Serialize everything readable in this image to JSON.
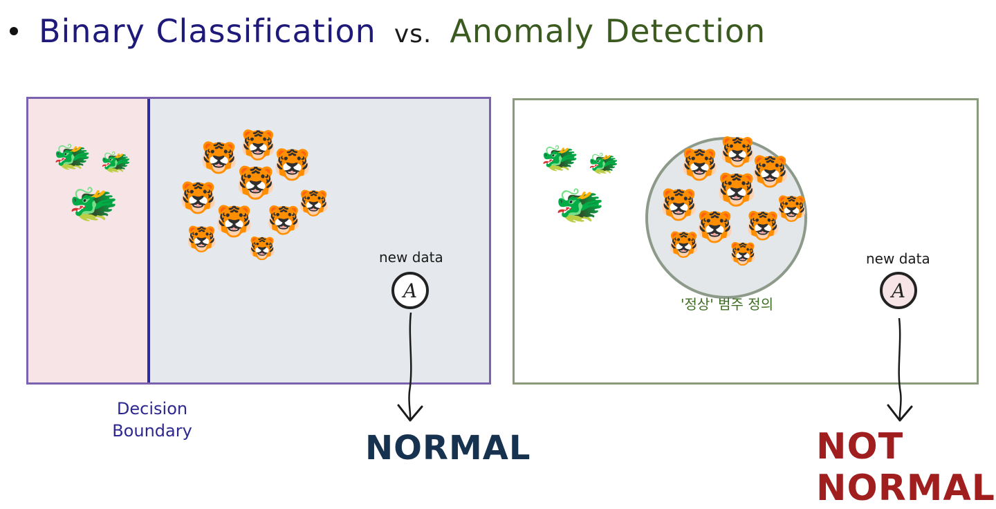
{
  "header": {
    "title_binary": "Binary Classification",
    "title_vs": "vs.",
    "title_anomaly": "Anomaly Detection"
  },
  "icons": {
    "dragon": "🐲",
    "tiger": "🐯"
  },
  "left_panel": {
    "new_data_label": "new data",
    "node_label": "A",
    "decision_label_line1": "Decision",
    "decision_label_line2": "Boundary",
    "result_label": "NORMAL"
  },
  "right_panel": {
    "new_data_label": "new data",
    "node_label": "A",
    "normal_range_label": "'정상' 범주 정의",
    "result_label": "NOT NORMAL"
  },
  "colors": {
    "binary_title": "#1f1a7a",
    "anomaly_title": "#3a5a1f",
    "left_border": "#7a62b0",
    "decision_line": "#2c2a9c",
    "right_border": "#8c9a7c",
    "normal_text": "#16324f",
    "not_normal_text": "#a01e1e"
  }
}
